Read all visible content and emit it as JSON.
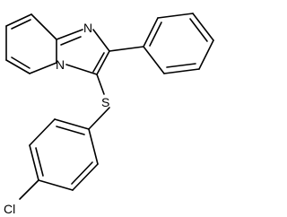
{
  "molecule": {
    "atom_labels": {
      "n_imine": "N",
      "n_bridgehead": "N",
      "s": "S",
      "cl": "Cl"
    }
  },
  "colors": {
    "bond": "#000000",
    "label": "#000000",
    "background": "#ffffff"
  }
}
